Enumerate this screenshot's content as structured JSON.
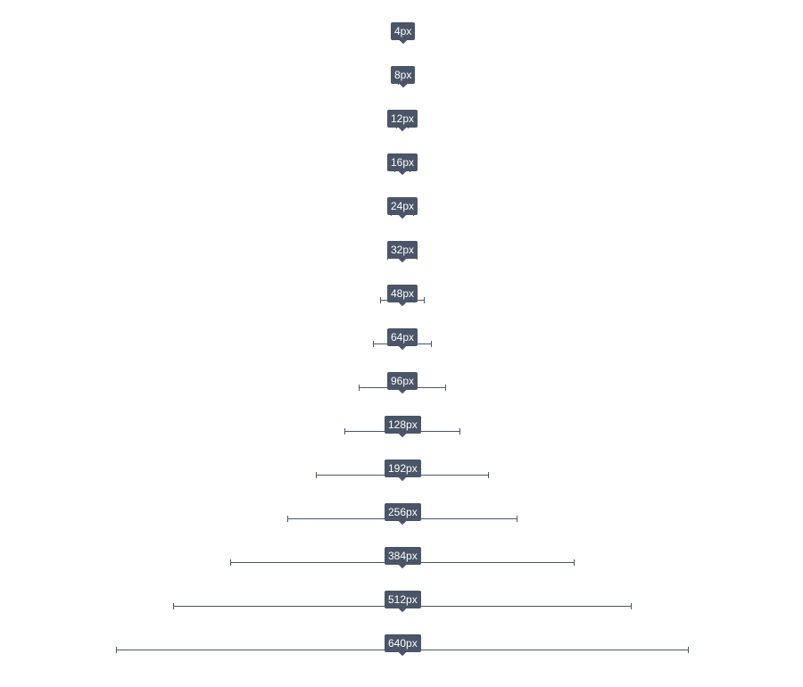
{
  "spacing_scale": [
    {
      "label": "4px",
      "size": 4
    },
    {
      "label": "8px",
      "size": 8
    },
    {
      "label": "12px",
      "size": 12
    },
    {
      "label": "16px",
      "size": 16
    },
    {
      "label": "24px",
      "size": 24
    },
    {
      "label": "32px",
      "size": 32
    },
    {
      "label": "48px",
      "size": 48
    },
    {
      "label": "64px",
      "size": 64
    },
    {
      "label": "96px",
      "size": 96
    },
    {
      "label": "128px",
      "size": 128
    },
    {
      "label": "192px",
      "size": 192
    },
    {
      "label": "256px",
      "size": 256
    },
    {
      "label": "384px",
      "size": 384
    },
    {
      "label": "512px",
      "size": 512
    },
    {
      "label": "640px",
      "size": 640
    }
  ],
  "colors": {
    "badge_background": "#4a5568",
    "badge_text": "#ffffff",
    "line": "#4a5568",
    "page_background": "#ffffff"
  }
}
